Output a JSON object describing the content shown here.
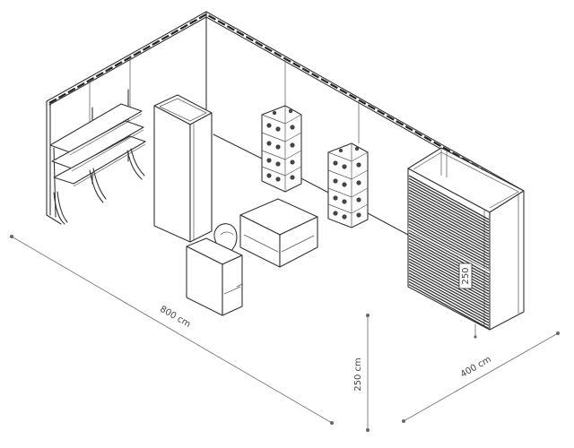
{
  "dimensions": {
    "length": "800 cm",
    "height": "250 cm",
    "depth": "400 cm",
    "panel_height": "250"
  }
}
